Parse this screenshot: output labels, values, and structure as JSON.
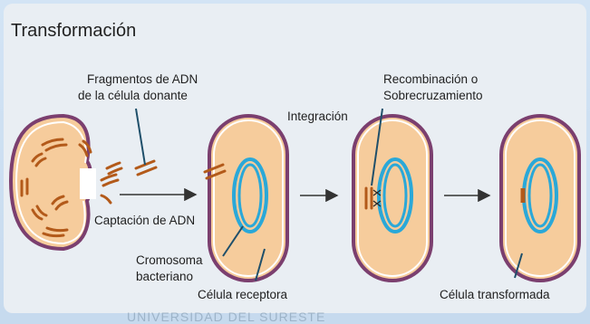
{
  "title": "Transformación",
  "labels": {
    "fragments_line1": "Fragmentos de ADN",
    "fragments_line2": "de la célula donante",
    "integration": "Integración",
    "recombination_line1": "Recombinación o",
    "recombination_line2": "Sobrecruzamiento",
    "uptake": "Captación de ADN",
    "chromosome_line1": "Cromosoma",
    "chromosome_line2": "bacteriano",
    "recipient_cell": "Célula receptora",
    "transformed_cell": "Célula transformada"
  },
  "watermark": "UNIVERSIDAD DEL SURESTE",
  "colors": {
    "cell_fill": "#f6cc9c",
    "cell_wall": "#7b3f6f",
    "cell_inner_wall": "#ffffff",
    "chromosome": "#2aa8d8",
    "dna_fragment": "#b35a1a",
    "arrow": "#333333"
  }
}
